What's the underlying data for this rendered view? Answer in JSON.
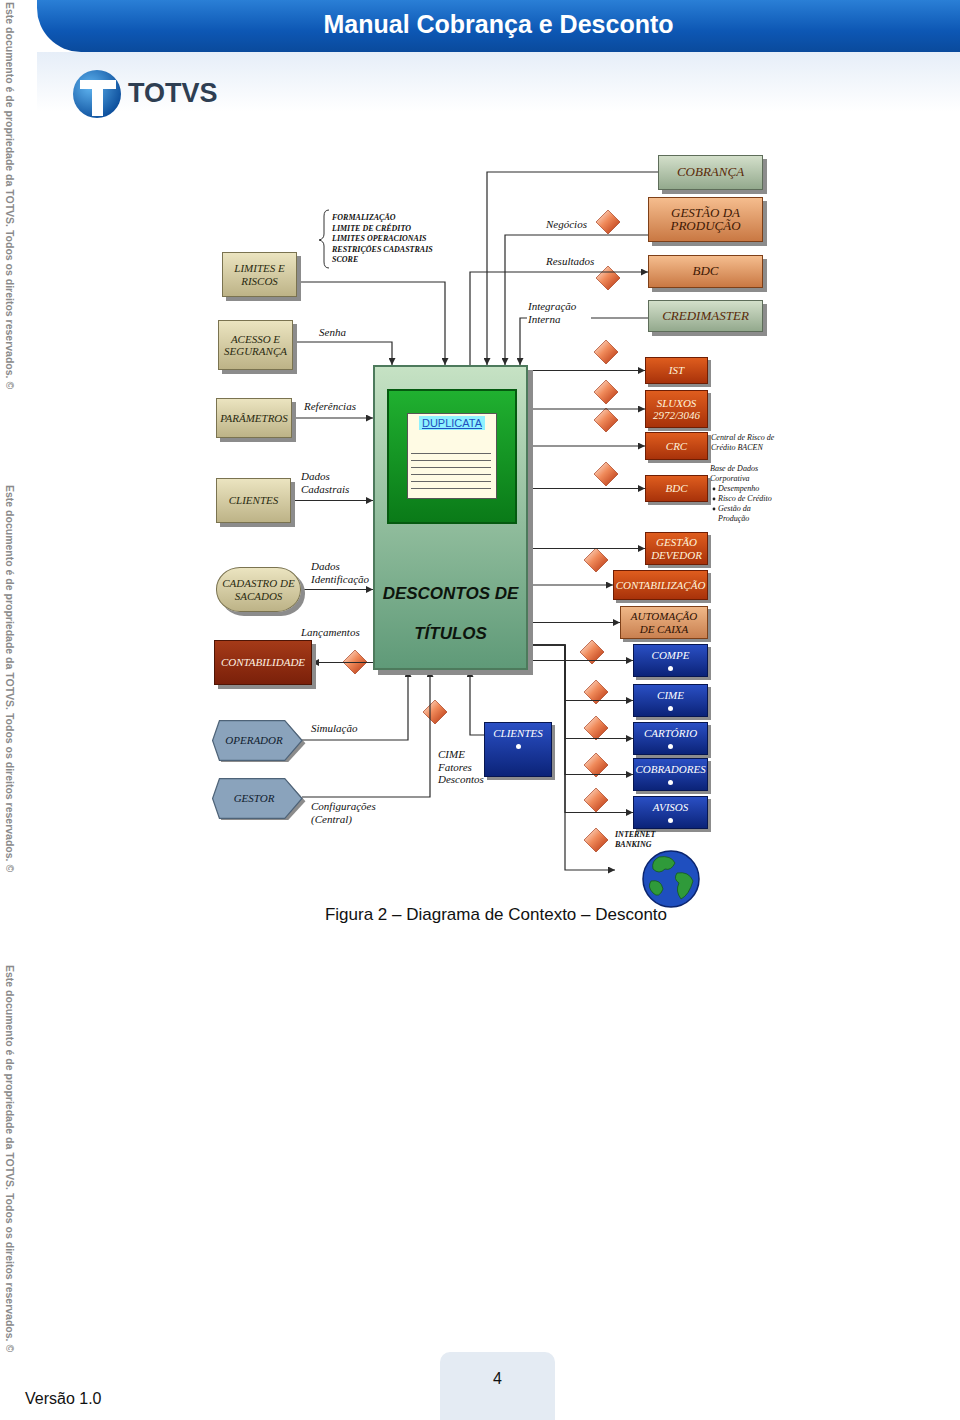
{
  "diagram": {
    "title": "Manual Cobrança e Desconto",
    "caption": "Figura 2 – Diagrama de Contexto – Desconto",
    "nodes": [
      {
        "text": [
          "LIMITES E RISCOS"
        ]
      },
      {
        "text": [
          "ACESSO E SEGURANÇA"
        ]
      },
      {
        "text": [
          "PARÂMETROS"
        ]
      },
      {
        "text": [
          "CLIENTES"
        ]
      },
      {
        "text": [
          "CADASTRO DE SACADOS"
        ]
      },
      {
        "text": [
          "CONTABILIDADE"
        ]
      },
      {
        "text": [
          "OPERADOR"
        ]
      },
      {
        "text": [
          "GESTOR"
        ]
      },
      {
        "text": [
          "DESCONTOS DE TÍTULOS"
        ]
      },
      {
        "text": [
          "DUPLICATA"
        ],
        "in": 8
      },
      {
        "text": [
          "CLIENTES"
        ]
      },
      {
        "text": [
          "COBRANÇA"
        ]
      },
      {
        "text": [
          "GESTÃO DA PRODUÇÃO"
        ]
      },
      {
        "text": [
          "BDC"
        ]
      },
      {
        "text": [
          "CREDIMASTER"
        ]
      },
      {
        "text": [
          "IST"
        ]
      },
      {
        "text": [
          "SLUXOS 2972/3046"
        ]
      },
      {
        "text": [
          "CRC"
        ]
      },
      {
        "text": [
          "BDC"
        ]
      },
      {
        "text": [
          "GESTÃO DEVEDOR"
        ]
      },
      {
        "text": [
          "CONTABILIZAÇÃO"
        ]
      },
      {
        "text": [
          "AUTOMAÇÃO DE CAIXA"
        ]
      },
      {
        "text": [
          "COMPE"
        ]
      },
      {
        "text": [
          "CIME"
        ]
      },
      {
        "text": [
          "CARTÓRIO"
        ]
      },
      {
        "text": [
          "COBRADORES"
        ]
      },
      {
        "text": [
          "AVISOS"
        ]
      },
      {
        "text": [
          "INTERNET BANKING"
        ]
      }
    ],
    "edges": [
      {
        "from": 0,
        "to": 8,
        "arrow": "to"
      },
      {
        "from": 1,
        "to": 8,
        "label": "Senha",
        "arrow": "to"
      },
      {
        "from": 2,
        "to": 8,
        "label": "Referências",
        "arrow": "to"
      },
      {
        "from": 3,
        "to": 8,
        "label": "Dados Cadastrais",
        "arrow": "to"
      },
      {
        "from": 4,
        "to": 8,
        "label": "Dados Identificação",
        "arrow": "to"
      },
      {
        "from": 8,
        "to": 5,
        "label": "Lançamentos",
        "arrow": "to"
      },
      {
        "from": 6,
        "to": 8,
        "label": "Simulação",
        "arrow": "to"
      },
      {
        "from": 7,
        "to": 8,
        "label": "Configurações (Central)",
        "arrow": "to"
      },
      {
        "from": 10,
        "to": 8,
        "label": "CIME Fatores Descontos",
        "arrow": "to"
      },
      {
        "from": 11,
        "to": 8,
        "arrow": "to"
      },
      {
        "from": 12,
        "to": 8,
        "label": "Negócios",
        "arrow": "to"
      },
      {
        "from": 8,
        "to": 13,
        "label": "Resultados",
        "arrow": "to"
      },
      {
        "from": 14,
        "to": 8,
        "label": "Integração Interna",
        "arrow": "to"
      },
      {
        "from": 8,
        "to": 15,
        "arrow": "to"
      },
      {
        "from": 8,
        "to": 16,
        "arrow": "to"
      },
      {
        "from": 8,
        "to": 17,
        "arrow": "to"
      },
      {
        "from": 8,
        "to": 18,
        "arrow": "to"
      },
      {
        "from": 8,
        "to": 19,
        "arrow": "to"
      },
      {
        "from": 8,
        "to": 20,
        "arrow": "to"
      },
      {
        "from": 8,
        "to": 21,
        "arrow": "to"
      },
      {
        "from": 8,
        "to": 22,
        "arrow": "to"
      },
      {
        "from": 8,
        "to": 23,
        "arrow": "to"
      },
      {
        "from": 8,
        "to": 24,
        "arrow": "to"
      },
      {
        "from": 8,
        "to": 25,
        "arrow": "to"
      },
      {
        "from": 8,
        "to": 26,
        "arrow": "to"
      },
      {
        "from": 8,
        "to": 27,
        "arrow": "to"
      }
    ],
    "labels": [
      "TOTVS",
      "Este documento é de propriedade da TOTVS. Todos os direitos reservados. ©",
      "Este documento é de propriedade da TOTVS. Todos os direitos reservados. ©",
      "Este documento é de propriedade da TOTVS. Todos os direitos reservados. ©",
      "FORMALIZAÇÃO",
      "LIMITE DE CRÉDITO",
      "LIMITES OPERACIONAIS",
      "RESTRIÇÕES CADASTRAIS",
      "SCORE",
      "Central de Risco de Crédito BACEN",
      "Base de Dados Corporativa",
      "Desempenho",
      "Risco de Crédito",
      "Gestão da Produção",
      "Versão 1.0",
      "4"
    ]
  }
}
